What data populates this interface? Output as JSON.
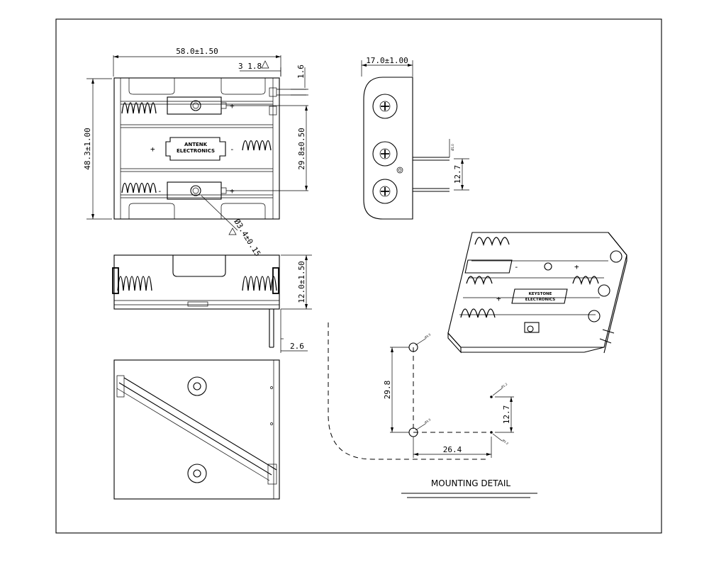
{
  "top_view": {
    "width_dim": "58.0±1.50",
    "height_dim": "48.3±1.00",
    "spacing_dim": "29.8±0.50",
    "small_dim_a": "3 1.8",
    "small_dim_b": "1.6",
    "hole_dim": "Ø3.4±0.15",
    "brand_line1": "ANTENK",
    "brand_line2": "ELECTRONICS",
    "plus": "+",
    "minus": "-"
  },
  "side_view": {
    "width_dim": "17.0±1.00",
    "pin_dim": "12.7",
    "pin_small": "Ø1.0"
  },
  "front_view": {
    "height_dim": "12.0±1.50",
    "pin_len_dim": "2.6"
  },
  "iso_view": {
    "brand_line1": "KEYSTONE",
    "brand_line2": "ELECTRONICS",
    "plus": "+",
    "minus": "-"
  },
  "mounting": {
    "title": "MOUNTING DETAIL",
    "dim_vertical": "29.8",
    "dim_pin": "12.7",
    "dim_horizontal": "26.4",
    "hole_callout": "Ø3.5",
    "pin_callout": "Ø1.2"
  }
}
